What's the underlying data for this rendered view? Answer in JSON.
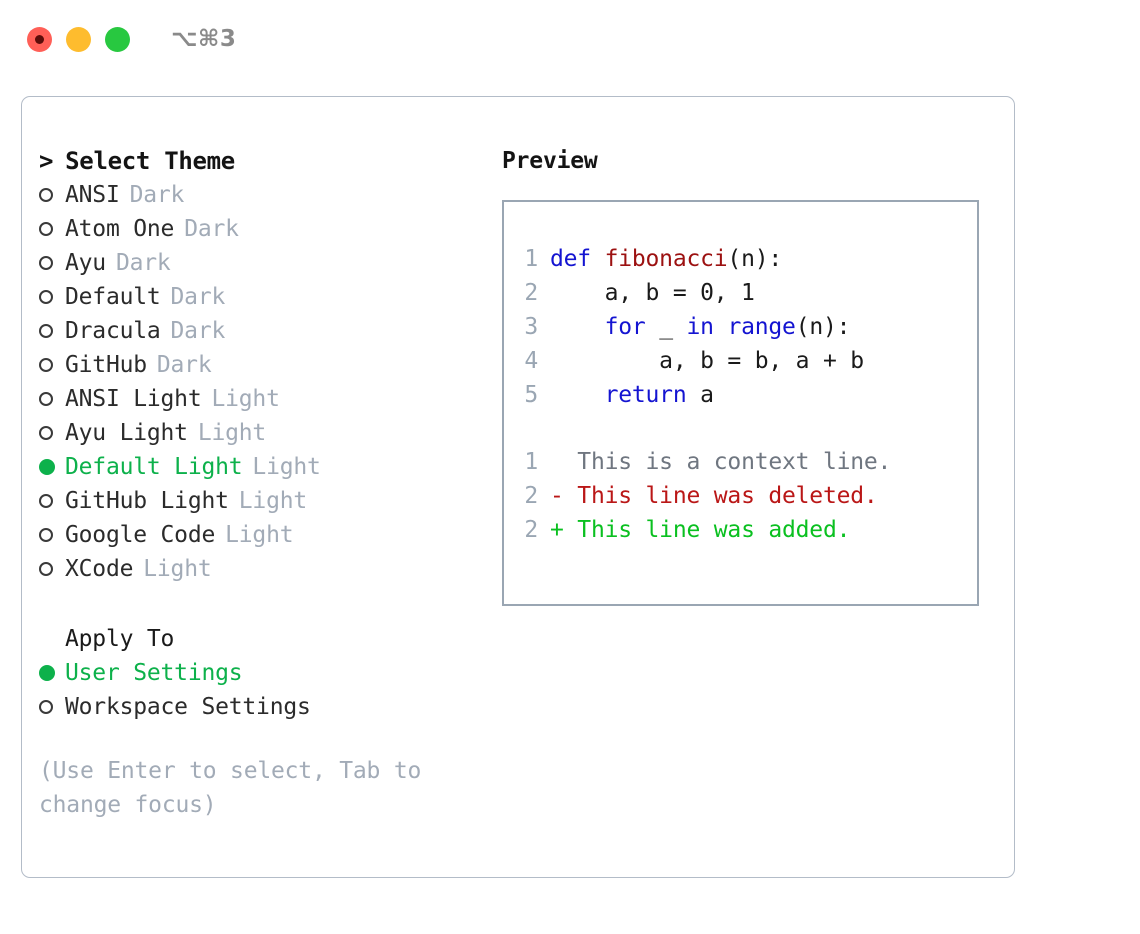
{
  "titlebar": {
    "shortcut": "⌥⌘3",
    "dots": [
      {
        "name": "close-button",
        "color": "#ff5f57"
      },
      {
        "name": "minimize-button",
        "color": "#febc2e"
      },
      {
        "name": "maximize-button",
        "color": "#28c840"
      }
    ]
  },
  "theme_section": {
    "caret": ">",
    "title": "Select Theme",
    "items": [
      {
        "marker": "○",
        "name": "ANSI",
        "kind": "Dark",
        "selected": false
      },
      {
        "marker": "○",
        "name": "Atom One",
        "kind": "Dark",
        "selected": false
      },
      {
        "marker": "○",
        "name": "Ayu",
        "kind": "Dark",
        "selected": false
      },
      {
        "marker": "○",
        "name": "Default",
        "kind": "Dark",
        "selected": false
      },
      {
        "marker": "○",
        "name": "Dracula",
        "kind": "Dark",
        "selected": false
      },
      {
        "marker": "○",
        "name": "GitHub",
        "kind": "Dark",
        "selected": false
      },
      {
        "marker": "○",
        "name": "ANSI Light",
        "kind": "Light",
        "selected": false
      },
      {
        "marker": "○",
        "name": "Ayu Light",
        "kind": "Light",
        "selected": false
      },
      {
        "marker": "●",
        "name": "Default Light",
        "kind": "Light",
        "selected": true
      },
      {
        "marker": "○",
        "name": "GitHub Light",
        "kind": "Light",
        "selected": false
      },
      {
        "marker": "○",
        "name": "Google Code",
        "kind": "Light",
        "selected": false
      },
      {
        "marker": "○",
        "name": "XCode",
        "kind": "Light",
        "selected": false
      }
    ]
  },
  "apply_section": {
    "title": "Apply To",
    "items": [
      {
        "marker": "●",
        "name": "User Settings",
        "selected": true
      },
      {
        "marker": "○",
        "name": "Workspace Settings",
        "selected": false
      }
    ]
  },
  "hint": "(Use Enter to select, Tab to change focus)",
  "preview": {
    "title": "Preview",
    "code_lines": [
      {
        "no": "1",
        "segments": [
          {
            "t": "def ",
            "c": "kw"
          },
          {
            "t": "fibonacci",
            "c": "fn"
          },
          {
            "t": "(n):",
            "c": "code-text"
          }
        ]
      },
      {
        "no": "2",
        "segments": [
          {
            "t": "    a, b = 0, 1",
            "c": "code-text"
          }
        ]
      },
      {
        "no": "3",
        "segments": [
          {
            "t": "    ",
            "c": "code-text"
          },
          {
            "t": "for",
            "c": "kw"
          },
          {
            "t": " _ ",
            "c": "code-text"
          },
          {
            "t": "in range",
            "c": "kw"
          },
          {
            "t": "(n):",
            "c": "code-text"
          }
        ]
      },
      {
        "no": "4",
        "segments": [
          {
            "t": "        a, b = b, a + b",
            "c": "code-text"
          }
        ]
      },
      {
        "no": "5",
        "segments": [
          {
            "t": "    ",
            "c": "code-text"
          },
          {
            "t": "return",
            "c": "kw"
          },
          {
            "t": " a",
            "c": "code-text"
          }
        ]
      }
    ],
    "diff_lines": [
      {
        "no": "1",
        "marker": " ",
        "text": " This is a context line.",
        "c": "ctx"
      },
      {
        "no": "2",
        "marker": "-",
        "text": " This line was deleted.",
        "c": "del"
      },
      {
        "no": "2",
        "marker": "+",
        "text": " This line was added.",
        "c": "add"
      }
    ]
  }
}
